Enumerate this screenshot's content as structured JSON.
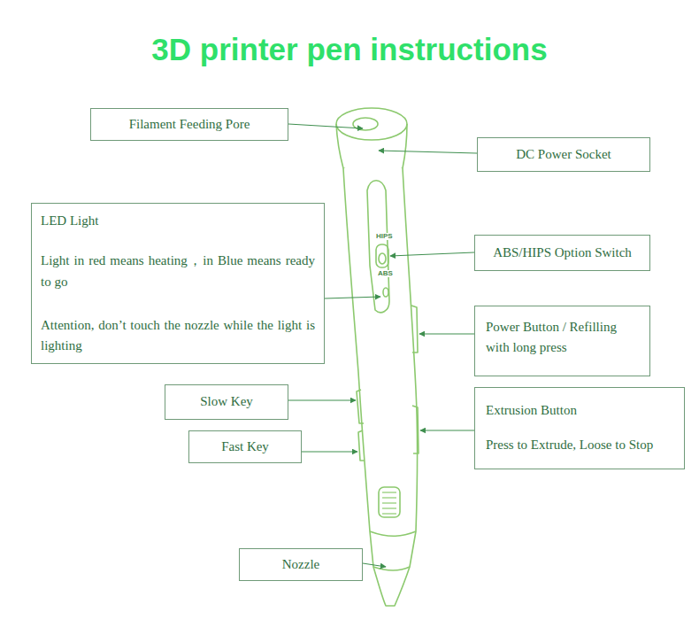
{
  "diagram": {
    "title": "3D printer pen instructions",
    "nodes": [
      {
        "text": [
          "Filament Feeding Pore"
        ]
      },
      {
        "text": [
          "DC Power Socket"
        ]
      },
      {
        "text": [
          "LED Light",
          "Light in red means heating，in Blue means ready to go",
          "Attention, don’t touch the nozzle while the light is lighting"
        ]
      },
      {
        "text": [
          "ABS/HIPS Option Switch"
        ]
      },
      {
        "text": [
          "Power Button / Refilling with long press"
        ]
      },
      {
        "text": [
          "Slow Key"
        ]
      },
      {
        "text": [
          "Extrusion Button",
          "Press to Extrude, Loose to Stop"
        ]
      },
      {
        "text": [
          "Fast Key"
        ]
      },
      {
        "text": [
          "Nozzle"
        ]
      }
    ],
    "labels": [
      "HIPS",
      "ABS"
    ]
  }
}
